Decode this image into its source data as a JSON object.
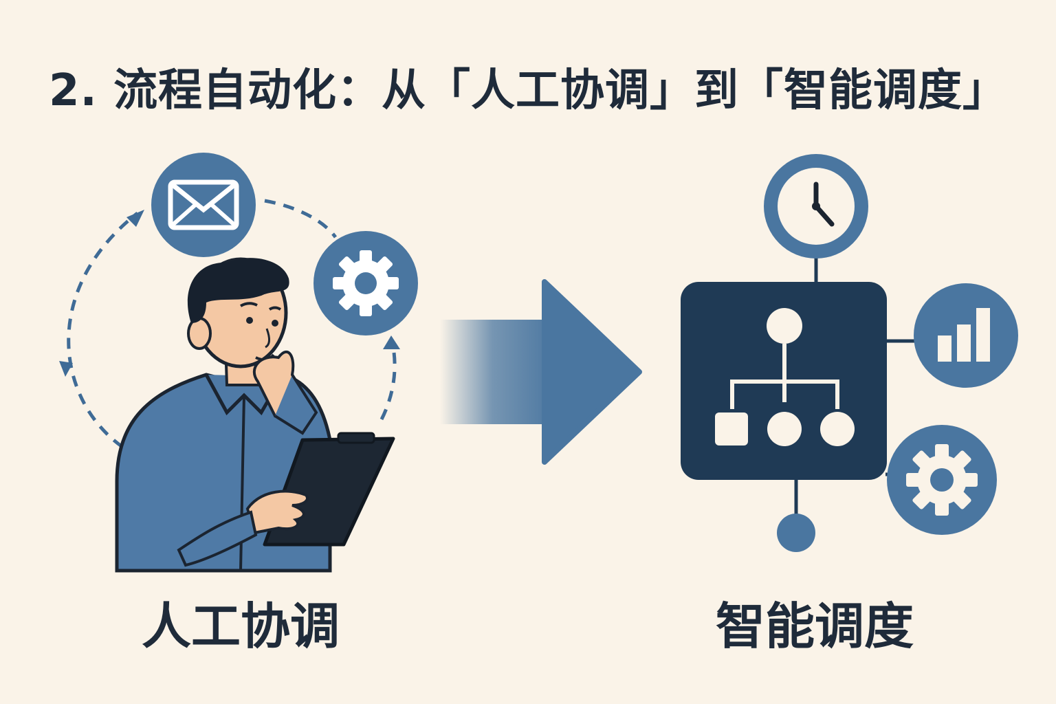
{
  "title": "2. 流程自动化：从「人工协调」到「智能调度」",
  "left": {
    "label": "人工协调",
    "icons": [
      "envelope-icon",
      "gear-icon",
      "person-with-clipboard"
    ]
  },
  "right": {
    "label": "智能调度",
    "icons": [
      "clock-icon",
      "bar-chart-icon",
      "gear-icon",
      "hierarchy-icon"
    ]
  },
  "colors": {
    "background": "#faf3e8",
    "navy": "#1f3a55",
    "blue": "#4a76a0",
    "text": "#1f2b3a"
  }
}
